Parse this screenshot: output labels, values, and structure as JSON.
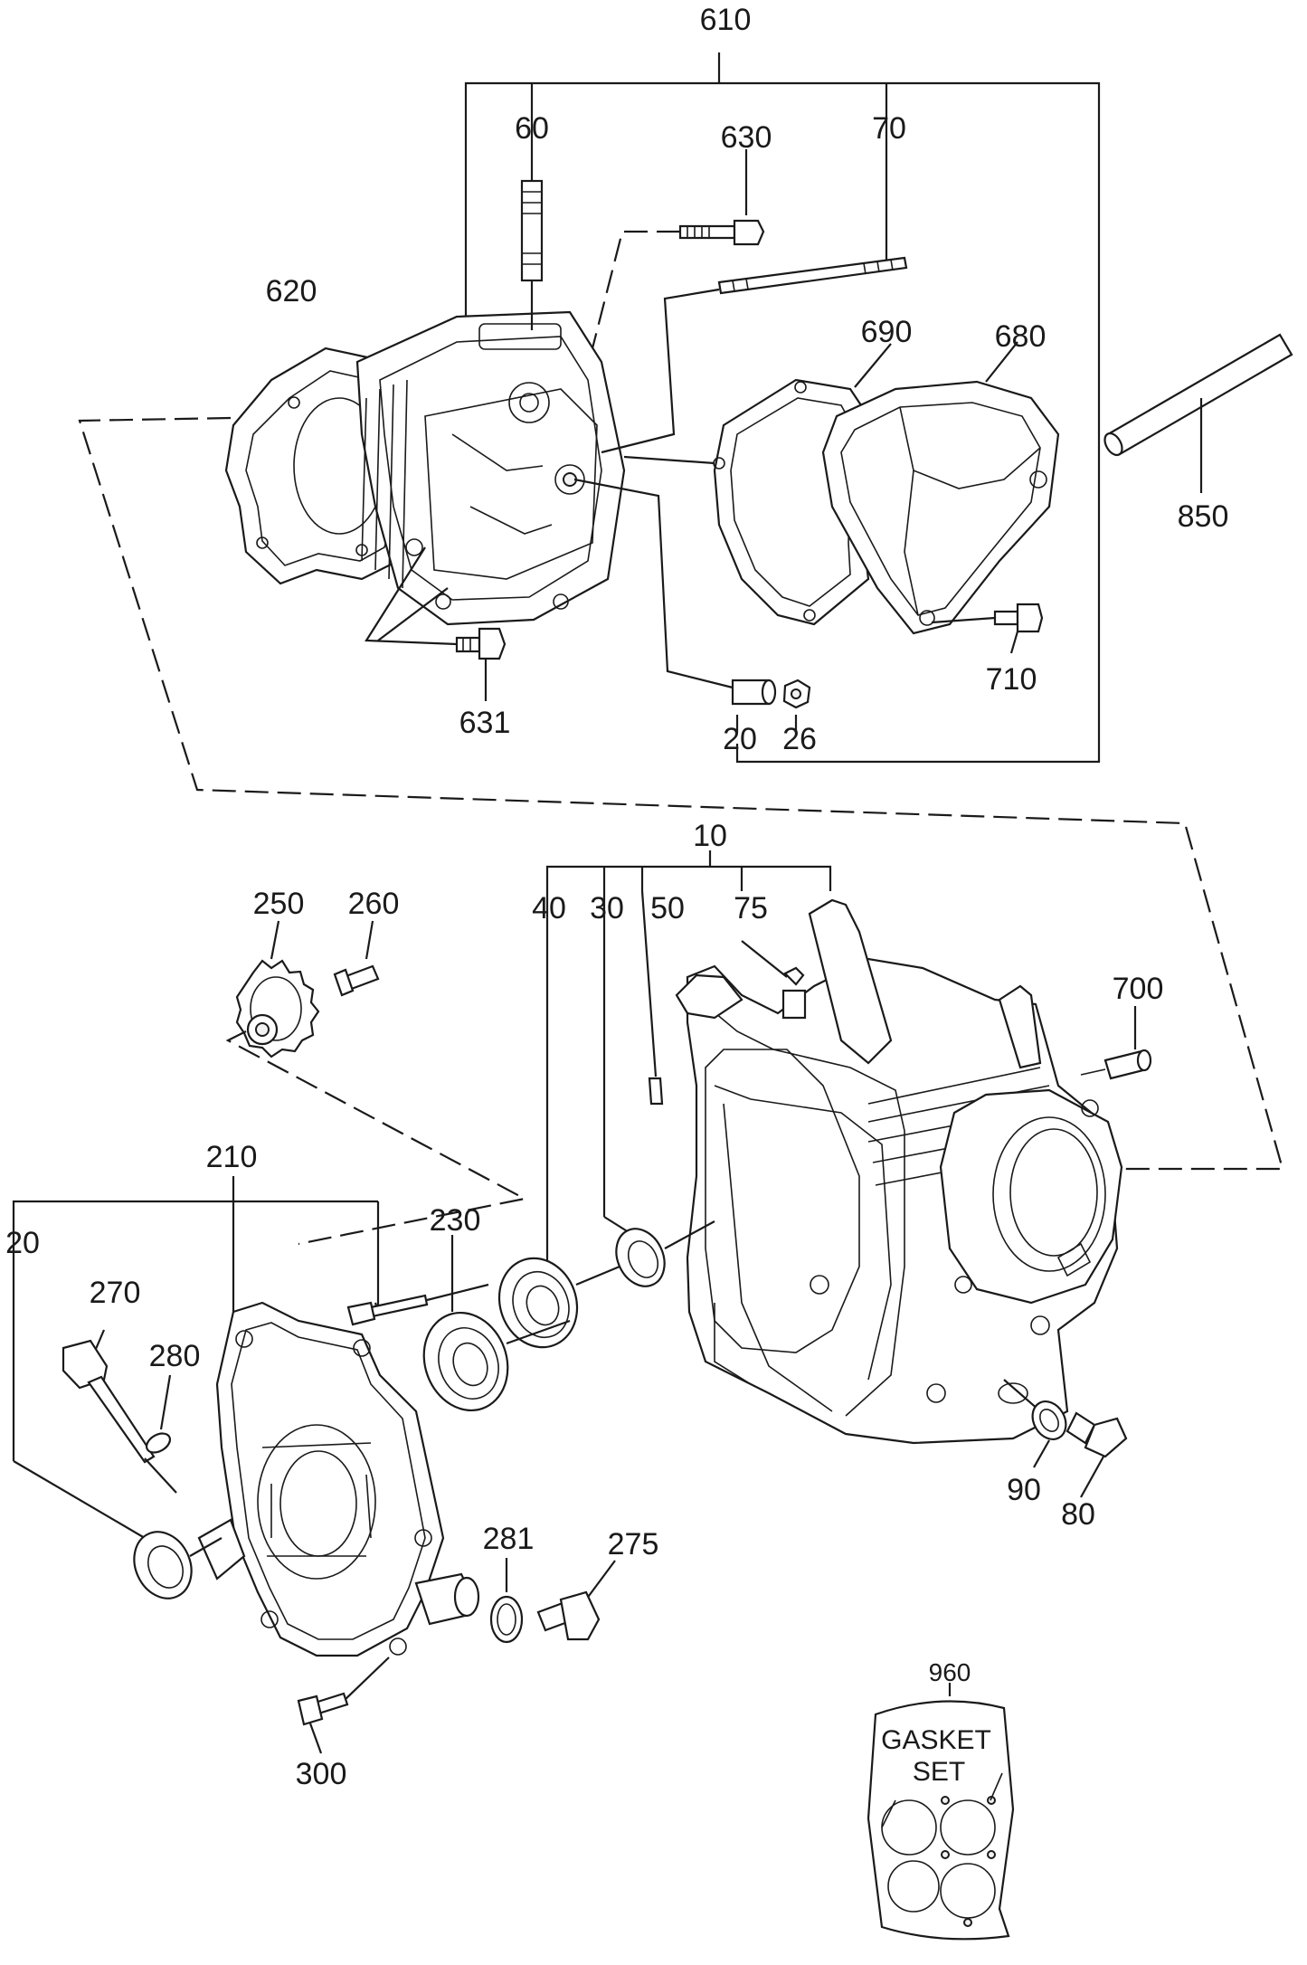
{
  "callouts": {
    "c610": "610",
    "c60": "60",
    "c630": "630",
    "c70": "70",
    "c620": "620",
    "c690": "690",
    "c680": "680",
    "c850": "850",
    "c710": "710",
    "c631": "631",
    "c20a": "20",
    "c26": "26",
    "c10": "10",
    "c40": "40",
    "c30": "30",
    "c50": "50",
    "c75": "75",
    "c250": "250",
    "c260": "260",
    "c700": "700",
    "c210": "210",
    "c230": "230",
    "c20b": "20",
    "c270": "270",
    "c280": "280",
    "c90": "90",
    "c80": "80",
    "c281": "281",
    "c275": "275",
    "c300": "300",
    "c960": "960"
  },
  "gasket_set": {
    "line1": "GASKET",
    "line2": "SET"
  }
}
